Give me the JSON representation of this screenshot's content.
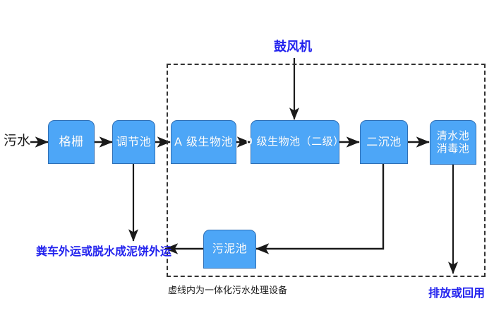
{
  "diagram": {
    "title_caption": "虚线内为一体化污水处理设备",
    "colors": {
      "node_fill": "#4da6f7",
      "node_border": "#2f6fb5",
      "node_text": "#ffffff",
      "blue_label": "#2222ee",
      "black_label": "#1a1a1a",
      "connector": "#1a1a1a",
      "dashed_region": "#333333",
      "background": "#ffffff"
    },
    "nodes": [
      {
        "id": "grating",
        "name": "grating-node",
        "lines": [
          "格栅"
        ]
      },
      {
        "id": "regulating",
        "name": "regulating-tank-node",
        "lines": [
          "调节池"
        ]
      },
      {
        "id": "a_bio",
        "name": "a-stage-bio-tank-node",
        "lines": [
          "A 级生物池"
        ]
      },
      {
        "id": "o_bio",
        "name": "o-stage-bio-tank-node",
        "lines": [
          "0 级生物池（二级）"
        ]
      },
      {
        "id": "secondary",
        "name": "secondary-settling-node",
        "lines": [
          "二沉池"
        ]
      },
      {
        "id": "clearwater",
        "name": "clearwater-disinfection-node",
        "lines": [
          "清水池",
          "消毒池"
        ]
      },
      {
        "id": "sludge",
        "name": "sludge-tank-node",
        "lines": [
          "污泥池"
        ]
      }
    ],
    "labels": {
      "inlet": "污水",
      "blower": "鼓风机",
      "sludge_disposal": "粪车外运或脱水成泥饼外运",
      "caption": "虚线内为一体化污水处理设备",
      "outlet": "排放或回用"
    }
  }
}
